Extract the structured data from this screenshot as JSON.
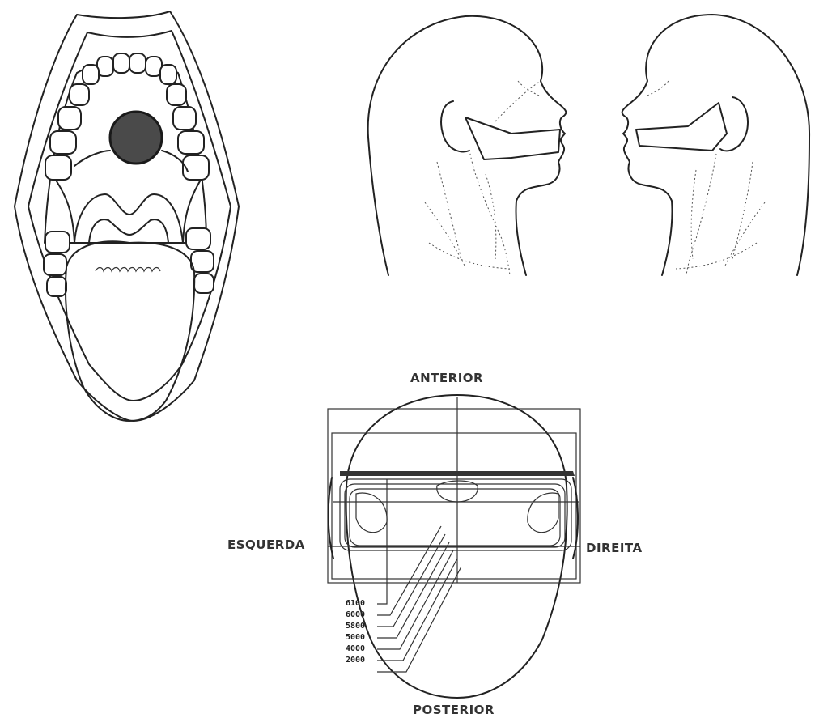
{
  "labels": {
    "anterior": "ANTERIOR",
    "posterior": "POSTERIOR",
    "left": "ESQUERDA",
    "right": "DIREITA"
  },
  "isodose_levels": [
    "6100",
    "6000",
    "5800",
    "5000",
    "4000",
    "2000"
  ],
  "colors": {
    "lesion": "#4a4a4a",
    "line": "#222222"
  }
}
